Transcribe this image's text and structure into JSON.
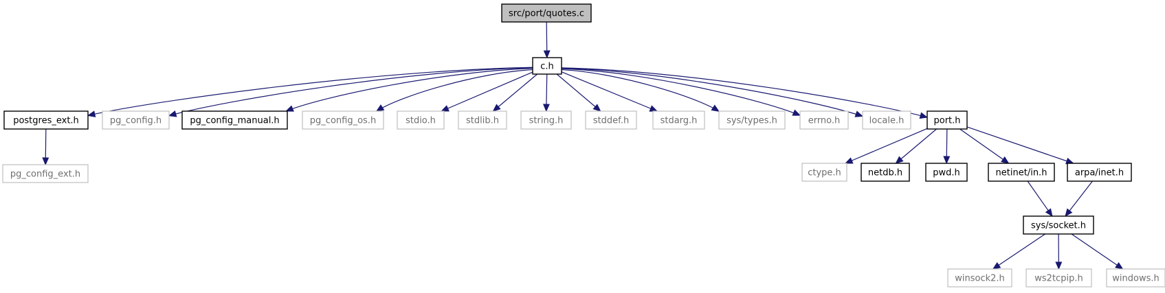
{
  "diagram": {
    "colors": {
      "edge": "#191970",
      "root_fill": "#bfbfbf",
      "documented_border": "#000000",
      "undocumented_border": "#bfbfbf",
      "undocumented_text": "#6e6e6e"
    },
    "nodes": [
      {
        "id": "quotes_c",
        "label": "src/port/quotes.c",
        "kind": "root"
      },
      {
        "id": "c_h",
        "label": "c.h",
        "kind": "documented"
      },
      {
        "id": "postgres_ext_h",
        "label": "postgres_ext.h",
        "kind": "documented"
      },
      {
        "id": "pg_config_h",
        "label": "pg_config.h",
        "kind": "undocumented"
      },
      {
        "id": "pg_config_manual_h",
        "label": "pg_config_manual.h",
        "kind": "documented"
      },
      {
        "id": "pg_config_os_h",
        "label": "pg_config_os.h",
        "kind": "undocumented"
      },
      {
        "id": "stdio_h",
        "label": "stdio.h",
        "kind": "undocumented"
      },
      {
        "id": "stdlib_h",
        "label": "stdlib.h",
        "kind": "undocumented"
      },
      {
        "id": "string_h",
        "label": "string.h",
        "kind": "undocumented"
      },
      {
        "id": "stddef_h",
        "label": "stddef.h",
        "kind": "undocumented"
      },
      {
        "id": "stdarg_h",
        "label": "stdarg.h",
        "kind": "undocumented"
      },
      {
        "id": "sys_types_h",
        "label": "sys/types.h",
        "kind": "undocumented"
      },
      {
        "id": "errno_h",
        "label": "errno.h",
        "kind": "undocumented"
      },
      {
        "id": "locale_h",
        "label": "locale.h",
        "kind": "undocumented"
      },
      {
        "id": "port_h",
        "label": "port.h",
        "kind": "documented"
      },
      {
        "id": "pg_config_ext_h",
        "label": "pg_config_ext.h",
        "kind": "undocumented"
      },
      {
        "id": "ctype_h",
        "label": "ctype.h",
        "kind": "undocumented"
      },
      {
        "id": "netdb_h",
        "label": "netdb.h",
        "kind": "documented"
      },
      {
        "id": "pwd_h",
        "label": "pwd.h",
        "kind": "documented"
      },
      {
        "id": "netinet_in_h",
        "label": "netinet/in.h",
        "kind": "documented"
      },
      {
        "id": "arpa_inet_h",
        "label": "arpa/inet.h",
        "kind": "documented"
      },
      {
        "id": "sys_socket_h",
        "label": "sys/socket.h",
        "kind": "documented"
      },
      {
        "id": "winsock2_h",
        "label": "winsock2.h",
        "kind": "undocumented"
      },
      {
        "id": "ws2tcpip_h",
        "label": "ws2tcpip.h",
        "kind": "undocumented"
      },
      {
        "id": "windows_h",
        "label": "windows.h",
        "kind": "undocumented"
      }
    ],
    "edges": [
      {
        "from": "quotes_c",
        "to": "c_h"
      },
      {
        "from": "c_h",
        "to": "postgres_ext_h"
      },
      {
        "from": "c_h",
        "to": "pg_config_h"
      },
      {
        "from": "c_h",
        "to": "pg_config_manual_h"
      },
      {
        "from": "c_h",
        "to": "pg_config_os_h"
      },
      {
        "from": "c_h",
        "to": "stdio_h"
      },
      {
        "from": "c_h",
        "to": "stdlib_h"
      },
      {
        "from": "c_h",
        "to": "string_h"
      },
      {
        "from": "c_h",
        "to": "stddef_h"
      },
      {
        "from": "c_h",
        "to": "stdarg_h"
      },
      {
        "from": "c_h",
        "to": "sys_types_h"
      },
      {
        "from": "c_h",
        "to": "errno_h"
      },
      {
        "from": "c_h",
        "to": "locale_h"
      },
      {
        "from": "c_h",
        "to": "port_h"
      },
      {
        "from": "postgres_ext_h",
        "to": "pg_config_ext_h"
      },
      {
        "from": "port_h",
        "to": "ctype_h"
      },
      {
        "from": "port_h",
        "to": "netdb_h"
      },
      {
        "from": "port_h",
        "to": "pwd_h"
      },
      {
        "from": "port_h",
        "to": "netinet_in_h"
      },
      {
        "from": "port_h",
        "to": "arpa_inet_h"
      },
      {
        "from": "netinet_in_h",
        "to": "sys_socket_h"
      },
      {
        "from": "arpa_inet_h",
        "to": "sys_socket_h"
      },
      {
        "from": "sys_socket_h",
        "to": "winsock2_h"
      },
      {
        "from": "sys_socket_h",
        "to": "ws2tcpip_h"
      },
      {
        "from": "sys_socket_h",
        "to": "windows_h"
      }
    ]
  }
}
